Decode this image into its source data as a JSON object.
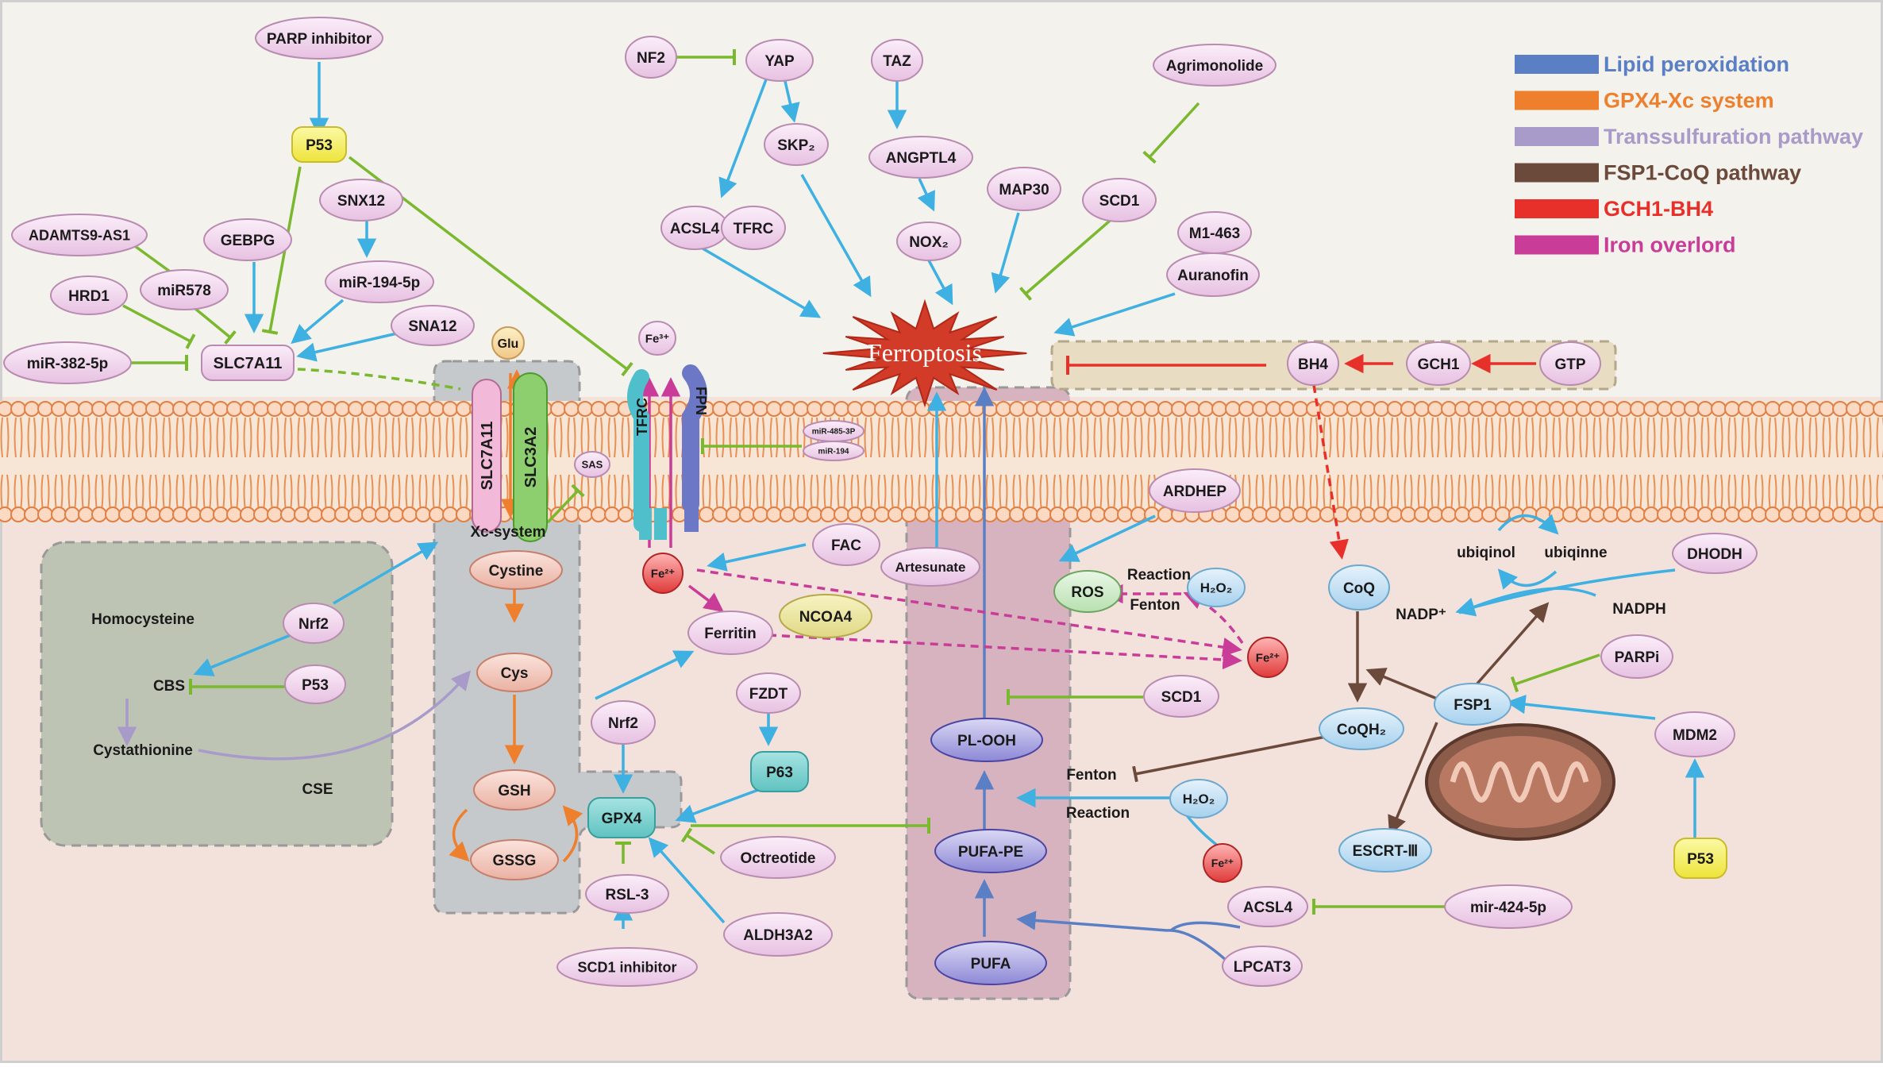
{
  "colors": {
    "lipid": "#5b7fc4",
    "gpx4": "#ee7f2d",
    "transsulf": "#a89ac9",
    "fsp1": "#6b4a3c",
    "gch1": "#e8302a",
    "iron": "#c93c98",
    "arrow_blue": "#3fb0e2",
    "inhibit_green": "#7ab82e",
    "node_pink": "#f3dcee",
    "node_yellow": "#f5f078",
    "membrane": "#e88f55"
  },
  "legend": [
    {
      "label": "Lipid peroxidation",
      "color": "#5b7fc4"
    },
    {
      "label": "GPX4-Xc system",
      "color": "#ee7f2d"
    },
    {
      "label": "Transsulfuration pathway",
      "color": "#a89ac9"
    },
    {
      "label": "FSP1-CoQ pathway",
      "color": "#6b4a3c"
    },
    {
      "label": "GCH1-BH4",
      "color": "#e8302a"
    },
    {
      "label": "Iron overlord",
      "color": "#c93c98"
    }
  ],
  "center": {
    "label": "Ferroptosis"
  },
  "nodes": {
    "parp_inhibitor": "PARP inhibitor",
    "p53_top": "P53",
    "snx12": "SNX12",
    "adamts9": "ADAMTS9-AS1",
    "gebpg": "GEBPG",
    "mir578": "miR578",
    "mir194_5p": "miR-194-5p",
    "hrd1": "HRD1",
    "sna12": "SNA12",
    "mir382": "miR-382-5p",
    "slc7a11_top": "SLC7A11",
    "glu": "Glu",
    "nf2": "NF2",
    "yap": "YAP",
    "taz": "TAZ",
    "agrimonolide": "Agrimonolide",
    "skp2": "SKP₂",
    "angptl4": "ANGPTL4",
    "acsl4_top": "ACSL4",
    "tfrc_top": "TFRC",
    "nox2": "NOX₂",
    "map30": "MAP30",
    "scd1_top": "SCD1",
    "m1_463": "M1-463",
    "auranofin": "Auranofin",
    "bh4": "BH4",
    "gch1": "GCH1",
    "gtp": "GTP",
    "fe3": "Fe³⁺",
    "mir485": "miR-485-3P",
    "mir194": "miR-194",
    "sas": "SAS",
    "ardhep": "ARDHEP",
    "fac": "FAC",
    "artesunate": "Artesunate",
    "fe2_left": "Fe²⁺",
    "ferritin": "Ferritin",
    "ncoa4": "NCOA4",
    "ros": "ROS",
    "h2o2_top": "H₂O₂",
    "fe2_mid": "Fe²⁺",
    "cystine": "Cystine",
    "cys": "Cys",
    "gsh": "GSH",
    "gssg": "GSSG",
    "nrf2_left": "Nrf2",
    "p53_cbs": "P53",
    "nrf2_mid": "Nrf2",
    "fzdt": "FZDT",
    "p63": "P63",
    "gpx4": "GPX4",
    "octreotide": "Octreotide",
    "rsl3": "RSL-3",
    "aldh3a2": "ALDH3A2",
    "scd1_inhibitor": "SCD1 inhibitor",
    "scd1_mid": "SCD1",
    "pl_ooh": "PL-OOH",
    "h2o2_low": "H₂O₂",
    "fe2_low": "Fe²⁺",
    "pufa_pe": "PUFA-PE",
    "pufa": "PUFA",
    "acsl4_low": "ACSL4",
    "lpcat3": "LPCAT3",
    "mir424": "mir-424-5p",
    "coq": "CoQ",
    "coqh2": "CoQH₂",
    "dhodh": "DHODH",
    "parpi": "PARPi",
    "fsp1": "FSP1",
    "mdm2": "MDM2",
    "escrt": "ESCRT-Ⅲ",
    "p53_right": "P53"
  },
  "proteins": {
    "slc7a11": "SLC7A11",
    "slc3a2": "SLC3A2",
    "tfrc": "TFRC",
    "fpn": "FPN"
  },
  "labels": {
    "xc_system": "Xc-system",
    "homocysteine": "Homocysteine",
    "cbs": "CBS",
    "cystathionine": "Cystathionine",
    "cse": "CSE",
    "reaction_top": "Reaction",
    "fenton_top": "Fenton",
    "fenton_low": "Fenton",
    "reaction_low": "Reaction",
    "ubiqinol": "ubiqinol",
    "ubiqinne": "ubiqinne",
    "nadp": "NADP⁺",
    "nadph": "NADPH"
  }
}
